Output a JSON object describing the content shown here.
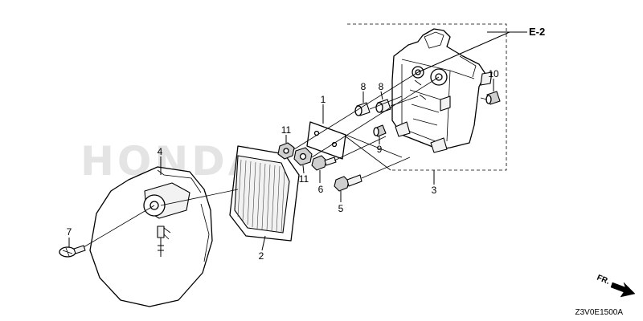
{
  "diagram": {
    "watermark": "HONDA",
    "reference_label": "E-2",
    "drawing_code": "Z3V0E1500A",
    "direction_label": "FR.",
    "callouts": {
      "c1": "1",
      "c2": "2",
      "c3": "3",
      "c4": "4",
      "c5": "5",
      "c6": "6",
      "c7": "7",
      "c8a": "8",
      "c8b": "8",
      "c9": "9",
      "c10": "10",
      "c11a": "11",
      "c11b": "11"
    }
  }
}
